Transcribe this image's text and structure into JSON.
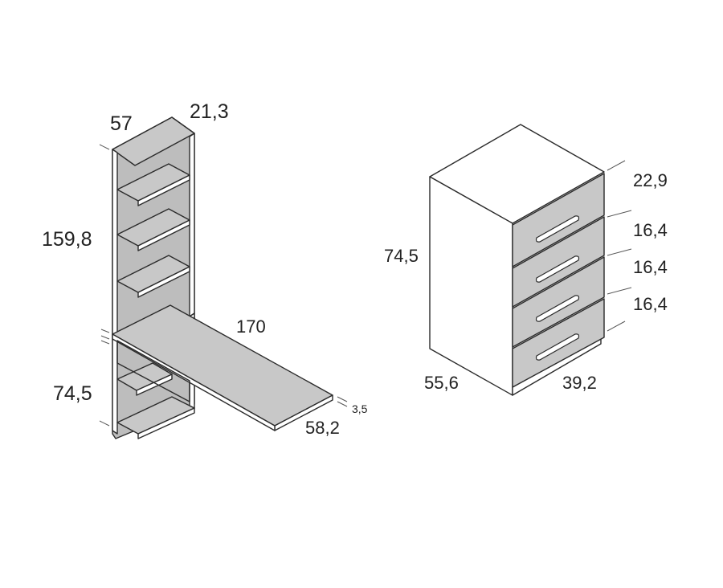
{
  "desk_unit": {
    "dimensions": {
      "top_depth": "57",
      "top_width": "21,3",
      "total_height": "159,8",
      "desk_length": "170",
      "desk_height": "74,5",
      "desk_depth": "58,2",
      "desk_thickness": "3,5"
    }
  },
  "drawer_unit": {
    "dimensions": {
      "height": "74,5",
      "drawer_1": "22,9",
      "drawer_2": "16,4",
      "drawer_3": "16,4",
      "drawer_4": "16,4",
      "depth": "55,6",
      "width": "39,2"
    }
  },
  "colors": {
    "panel": "#c8c8c8",
    "line": "#2b2b2b",
    "background": "#ffffff"
  }
}
